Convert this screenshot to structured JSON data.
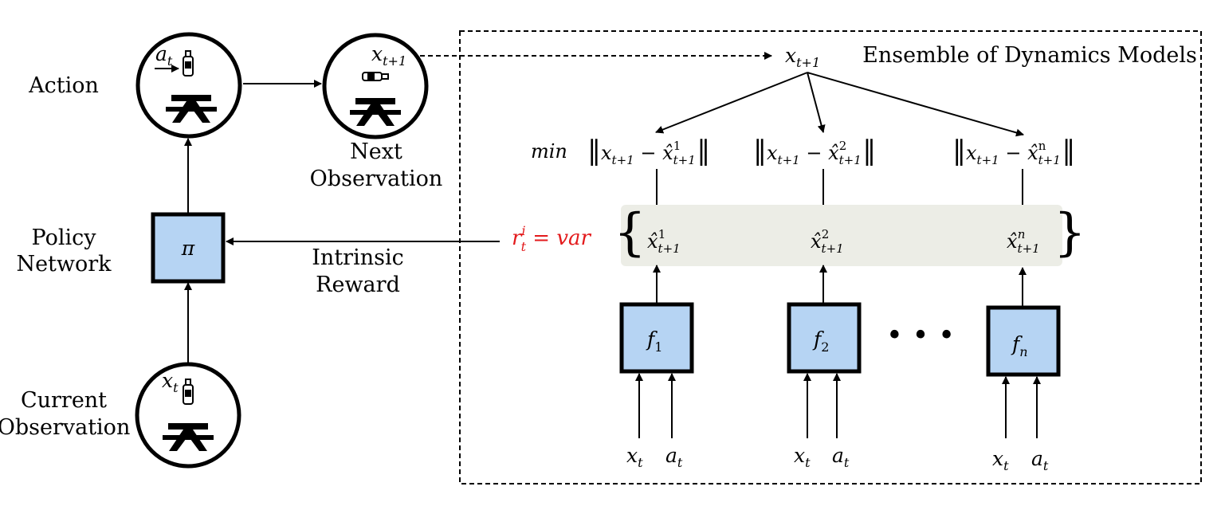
{
  "labels": {
    "action": "Action",
    "next_observation_line1": "Next",
    "next_observation_line2": "Observation",
    "policy_line1": "Policy",
    "policy_line2": "Network",
    "current_observation_line1": "Current",
    "current_observation_line2": "Observation",
    "intrinsic_line1": "Intrinsic",
    "intrinsic_line2": "Reward",
    "ensemble_title": "Ensemble of Dynamics Models"
  },
  "symbols": {
    "policy": "π",
    "action_state": "a",
    "action_state_sub": "t",
    "next_state": "x",
    "next_state_sub": "t+1",
    "current_state": "x",
    "current_state_sub": "t",
    "top_target": "x",
    "top_target_sub": "t+1",
    "min": "min",
    "reward_r": "r",
    "reward_sup": "i",
    "reward_sub": "t",
    "reward_eq": " = ",
    "reward_var": "var",
    "ellipsis": "• • •"
  },
  "norm_parts": {
    "bar": "‖",
    "x": "x",
    "minus": " − ",
    "hat_x": "x̂",
    "sub": "t+1"
  },
  "models": [
    {
      "f": "f",
      "f_sub": "1",
      "pred_sup": "1",
      "x_in": "x",
      "x_in_sub": "t",
      "a_in": "a",
      "a_in_sub": "t"
    },
    {
      "f": "f",
      "f_sub": "2",
      "pred_sup": "2",
      "x_in": "x",
      "x_in_sub": "t",
      "a_in": "a",
      "a_in_sub": "t"
    },
    {
      "f": "f",
      "f_sub": "n",
      "pred_sup": "n",
      "x_in": "x",
      "x_in_sub": "t",
      "a_in": "a",
      "a_in_sub": "t"
    }
  ],
  "colors": {
    "box_fill": "#b6d4f3",
    "band_fill": "#ecede6",
    "reward_color": "#e31a1c",
    "stroke": "#000000"
  }
}
